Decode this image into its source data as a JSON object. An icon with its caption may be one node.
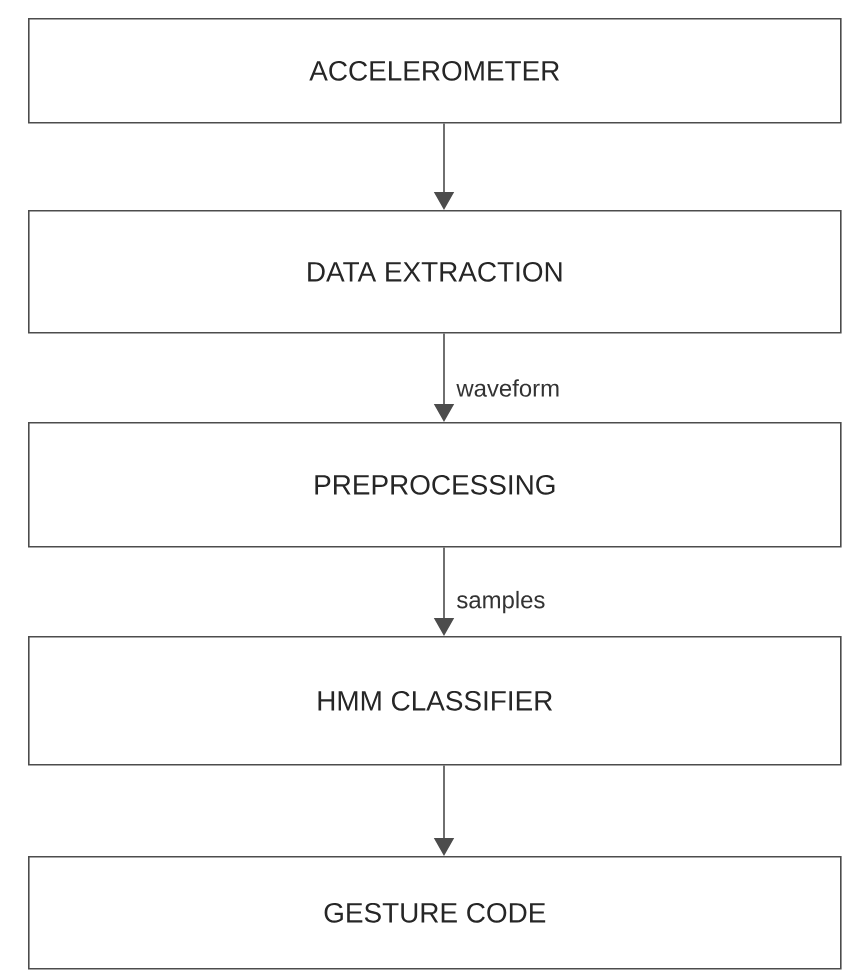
{
  "diagram": {
    "nodes": [
      {
        "text": [
          "ACCELEROMETER"
        ]
      },
      {
        "text": [
          "DATA EXTRACTION"
        ]
      },
      {
        "text": [
          "PREPROCESSING"
        ]
      },
      {
        "text": [
          "HMM CLASSIFIER"
        ]
      },
      {
        "text": [
          "GESTURE CODE"
        ]
      }
    ],
    "edges": [
      {
        "from": 0,
        "to": 1,
        "arrow": "to"
      },
      {
        "from": 1,
        "to": 2,
        "arrow": "to",
        "label": "waveform"
      },
      {
        "from": 2,
        "to": 3,
        "arrow": "to",
        "label": "samples"
      },
      {
        "from": 3,
        "to": 4,
        "arrow": "to"
      }
    ]
  }
}
